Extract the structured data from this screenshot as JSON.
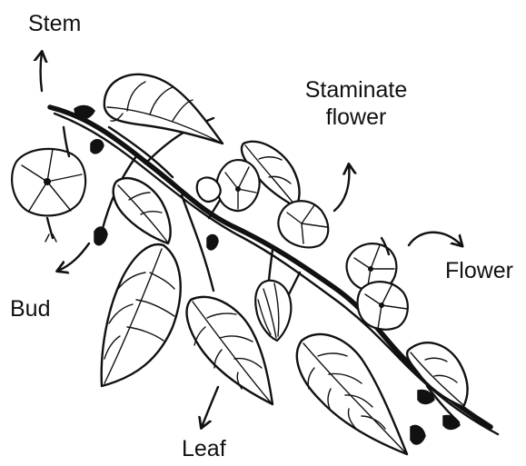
{
  "labels": {
    "stem": "Stem",
    "staminate_line1": "Staminate",
    "staminate_line2": "flower",
    "flower": "Flower",
    "bud": "Bud",
    "leaf": "Leaf"
  },
  "colors": {
    "ink": "#111111",
    "background": "#ffffff"
  }
}
